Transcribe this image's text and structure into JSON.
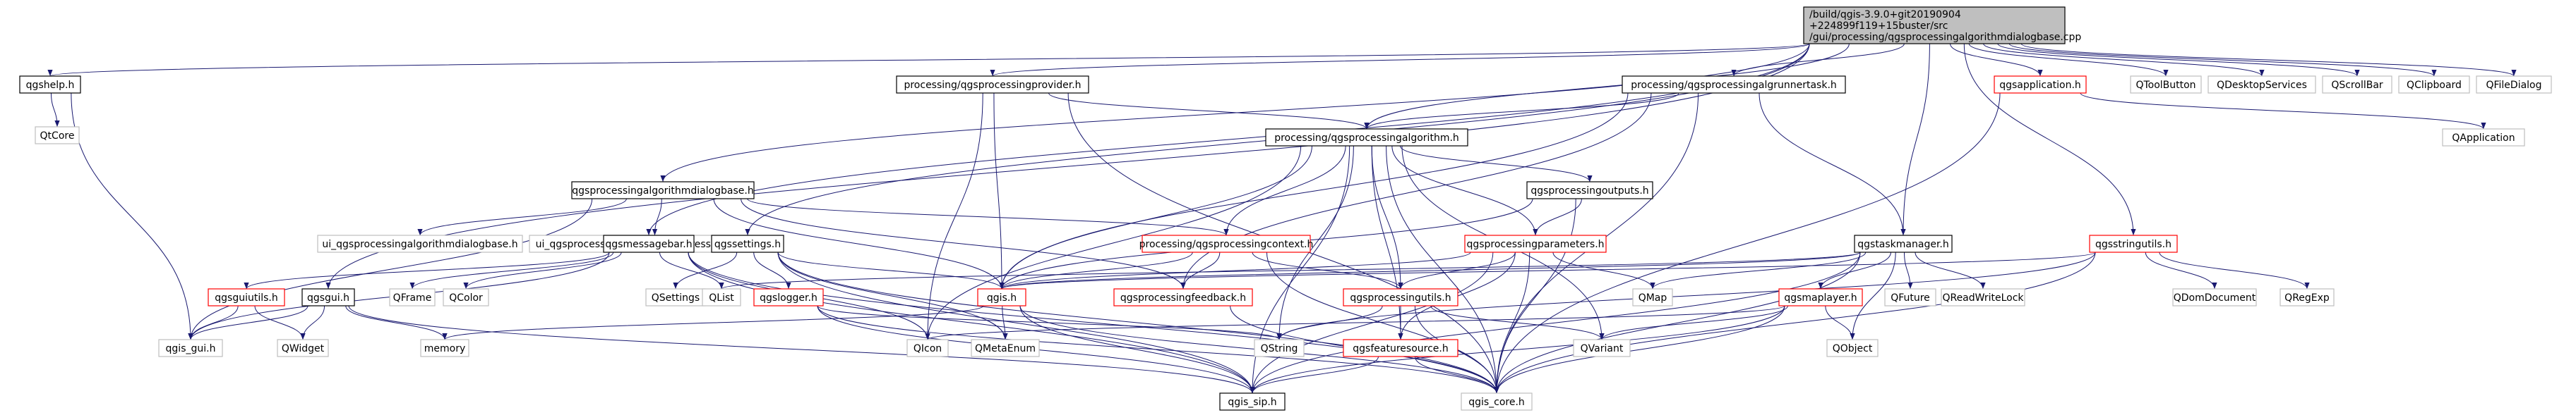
{
  "colors": {
    "background": "#ffffff",
    "node_border_default": "#bfbfbf",
    "node_border_main": "#000000",
    "node_border_red": "#ff0000",
    "root_fill": "#bfbfbf",
    "edge_color": "#191970",
    "text_color": "#000000"
  },
  "nodes": [
    {
      "id": "root",
      "label": "/build/qgis-3.9.0+git20190904\n+224899f119+15buster/src\n/gui/processing/qgsprocessingalgorithmdialogbase.cpp",
      "style": "root"
    },
    {
      "id": "qgshelp",
      "label": "qgshelp.h",
      "style": "main"
    },
    {
      "id": "qtcore",
      "label": "QtCore",
      "style": "default"
    },
    {
      "id": "provider",
      "label": "processing/qgsprocessingprovider.h",
      "style": "main"
    },
    {
      "id": "runnertask",
      "label": "processing/qgsprocessingalgrunnertask.h",
      "style": "main"
    },
    {
      "id": "qgsapplication",
      "label": "qgsapplication.h",
      "style": "red"
    },
    {
      "id": "qtoolbutton",
      "label": "QToolButton",
      "style": "default"
    },
    {
      "id": "qdesktopservices",
      "label": "QDesktopServices",
      "style": "default"
    },
    {
      "id": "qscrollbar",
      "label": "QScrollBar",
      "style": "default"
    },
    {
      "id": "qclipboard",
      "label": "QClipboard",
      "style": "default"
    },
    {
      "id": "qfiledialog",
      "label": "QFileDialog",
      "style": "default"
    },
    {
      "id": "algorithm",
      "label": "processing/qgsprocessingalgorithm.h",
      "style": "main"
    },
    {
      "id": "qapplication",
      "label": "QApplication",
      "style": "default"
    },
    {
      "id": "dialogbase_h",
      "label": "qgsprocessingalgorithmdialogbase.h",
      "style": "main"
    },
    {
      "id": "outputs",
      "label": "qgsprocessingoutputs.h",
      "style": "main"
    },
    {
      "id": "ui_dialogbase",
      "label": "ui_qgsprocessingalgorithmdialogbase.h",
      "style": "default"
    },
    {
      "id": "ui_progress",
      "label": "ui_qgsprocessingalgorithmprogressdialogbase.h",
      "style": "default"
    },
    {
      "id": "messagebar",
      "label": "qgsmessagebar.h",
      "style": "main"
    },
    {
      "id": "qgssettings",
      "label": "qgssettings.h",
      "style": "main"
    },
    {
      "id": "context",
      "label": "processing/qgsprocessingcontext.h",
      "style": "red"
    },
    {
      "id": "parameters",
      "label": "qgsprocessingparameters.h",
      "style": "red"
    },
    {
      "id": "taskmanager",
      "label": "qgstaskmanager.h",
      "style": "main"
    },
    {
      "id": "stringutils",
      "label": "qgsstringutils.h",
      "style": "red"
    },
    {
      "id": "guiutils",
      "label": "qgsguiutils.h",
      "style": "red"
    },
    {
      "id": "qgsgui",
      "label": "qgsgui.h",
      "style": "main"
    },
    {
      "id": "qframe",
      "label": "QFrame",
      "style": "default"
    },
    {
      "id": "qcolor",
      "label": "QColor",
      "style": "default"
    },
    {
      "id": "qsettings",
      "label": "QSettings",
      "style": "default"
    },
    {
      "id": "qlist",
      "label": "QList",
      "style": "default"
    },
    {
      "id": "qgslogger",
      "label": "qgslogger.h",
      "style": "red"
    },
    {
      "id": "qgis_h",
      "label": "qgis.h",
      "style": "red"
    },
    {
      "id": "feedback",
      "label": "qgsprocessingfeedback.h",
      "style": "red"
    },
    {
      "id": "procutils",
      "label": "qgsprocessingutils.h",
      "style": "red"
    },
    {
      "id": "qmap",
      "label": "QMap",
      "style": "default"
    },
    {
      "id": "maplayer",
      "label": "qgsmaplayer.h",
      "style": "red"
    },
    {
      "id": "qfuture",
      "label": "QFuture",
      "style": "default"
    },
    {
      "id": "qreadwritelock",
      "label": "QReadWriteLock",
      "style": "default"
    },
    {
      "id": "qdomdocument",
      "label": "QDomDocument",
      "style": "default"
    },
    {
      "id": "qregexp",
      "label": "QRegExp",
      "style": "default"
    },
    {
      "id": "qgis_gui",
      "label": "qgis_gui.h",
      "style": "default"
    },
    {
      "id": "qwidget",
      "label": "QWidget",
      "style": "default"
    },
    {
      "id": "memory",
      "label": "memory",
      "style": "default"
    },
    {
      "id": "qicon",
      "label": "QIcon",
      "style": "default"
    },
    {
      "id": "qmetaenum",
      "label": "QMetaEnum",
      "style": "default"
    },
    {
      "id": "qstring",
      "label": "QString",
      "style": "default"
    },
    {
      "id": "featuresource",
      "label": "qgsfeaturesource.h",
      "style": "red"
    },
    {
      "id": "qvariant",
      "label": "QVariant",
      "style": "default"
    },
    {
      "id": "qobject",
      "label": "QObject",
      "style": "default"
    },
    {
      "id": "qgis_sip",
      "label": "qgis_sip.h",
      "style": "main"
    },
    {
      "id": "qgis_core",
      "label": "qgis_core.h",
      "style": "default"
    }
  ],
  "edges": [
    [
      "root",
      "qgshelp"
    ],
    [
      "root",
      "provider"
    ],
    [
      "root",
      "runnertask"
    ],
    [
      "root",
      "qgsapplication"
    ],
    [
      "root",
      "qtoolbutton"
    ],
    [
      "root",
      "qdesktopservices"
    ],
    [
      "root",
      "qscrollbar"
    ],
    [
      "root",
      "qclipboard"
    ],
    [
      "root",
      "qfiledialog"
    ],
    [
      "root",
      "dialogbase_h"
    ],
    [
      "root",
      "messagebar"
    ],
    [
      "root",
      "qgssettings"
    ],
    [
      "root",
      "taskmanager"
    ],
    [
      "root",
      "stringutils"
    ],
    [
      "root",
      "algorithm"
    ],
    [
      "root",
      "qgsgui"
    ],
    [
      "qgshelp",
      "qtcore"
    ],
    [
      "qgshelp",
      "qgis_gui"
    ],
    [
      "provider",
      "algorithm"
    ],
    [
      "provider",
      "qgis_h"
    ],
    [
      "provider",
      "qicon"
    ],
    [
      "provider",
      "qgis_core"
    ],
    [
      "runnertask",
      "algorithm"
    ],
    [
      "runnertask",
      "taskmanager"
    ],
    [
      "runnertask",
      "feedback"
    ],
    [
      "runnertask",
      "qgis_core"
    ],
    [
      "runnertask",
      "qgis_h"
    ],
    [
      "qgsapplication",
      "qapplication"
    ],
    [
      "qgsapplication",
      "qgis_core"
    ],
    [
      "algorithm",
      "outputs"
    ],
    [
      "algorithm",
      "context"
    ],
    [
      "algorithm",
      "parameters"
    ],
    [
      "algorithm",
      "procutils"
    ],
    [
      "algorithm",
      "qgis_h"
    ],
    [
      "algorithm",
      "qicon"
    ],
    [
      "algorithm",
      "qstring"
    ],
    [
      "algorithm",
      "qvariant"
    ],
    [
      "algorithm",
      "featuresource"
    ],
    [
      "algorithm",
      "qgis_core"
    ],
    [
      "algorithm",
      "qgis_sip"
    ],
    [
      "dialogbase_h",
      "ui_dialogbase"
    ],
    [
      "dialogbase_h",
      "ui_progress"
    ],
    [
      "dialogbase_h",
      "context"
    ],
    [
      "dialogbase_h",
      "feedback"
    ],
    [
      "dialogbase_h",
      "qgis_h"
    ],
    [
      "dialogbase_h",
      "qgis_gui"
    ],
    [
      "outputs",
      "parameters"
    ],
    [
      "outputs",
      "qgis_h"
    ],
    [
      "outputs",
      "qgis_core"
    ],
    [
      "messagebar",
      "qgsguiutils_dummy"
    ],
    [
      "messagebar",
      "guiutils"
    ],
    [
      "messagebar",
      "qframe"
    ],
    [
      "messagebar",
      "qcolor"
    ],
    [
      "messagebar",
      "qlist"
    ],
    [
      "messagebar",
      "qicon"
    ],
    [
      "messagebar",
      "qgis_gui"
    ],
    [
      "messagebar",
      "qgis_core"
    ],
    [
      "messagebar",
      "qgis_sip"
    ],
    [
      "qgssettings",
      "qsettings"
    ],
    [
      "qgssettings",
      "qmetaenum"
    ],
    [
      "qgssettings",
      "qgslogger"
    ],
    [
      "qgssettings",
      "qgis_h"
    ],
    [
      "qgssettings",
      "qgis_core"
    ],
    [
      "qgssettings",
      "qgis_sip"
    ],
    [
      "context",
      "qgis_h"
    ],
    [
      "context",
      "feedback"
    ],
    [
      "context",
      "procutils"
    ],
    [
      "context",
      "qgis_core"
    ],
    [
      "parameters",
      "qgis_h"
    ],
    [
      "parameters",
      "procutils"
    ],
    [
      "parameters",
      "featuresource"
    ],
    [
      "parameters",
      "qmap"
    ],
    [
      "parameters",
      "qgis_core"
    ],
    [
      "parameters",
      "qgis_sip"
    ],
    [
      "taskmanager",
      "qmap"
    ],
    [
      "taskmanager",
      "qfuture"
    ],
    [
      "taskmanager",
      "qreadwritelock"
    ],
    [
      "taskmanager",
      "qobject"
    ],
    [
      "taskmanager",
      "qgis_core"
    ],
    [
      "taskmanager",
      "qgis_sip"
    ],
    [
      "taskmanager",
      "qgis_h"
    ],
    [
      "taskmanager",
      "qlist"
    ],
    [
      "stringutils",
      "qgis_h"
    ],
    [
      "stringutils",
      "qstring"
    ],
    [
      "stringutils",
      "qdomdocument"
    ],
    [
      "stringutils",
      "qregexp"
    ],
    [
      "stringutils",
      "qgis_core"
    ],
    [
      "guiutils",
      "qgis_gui"
    ],
    [
      "guiutils",
      "qwidget"
    ],
    [
      "qgsgui",
      "qwidget"
    ],
    [
      "qgsgui",
      "memory"
    ],
    [
      "qgsgui",
      "qgis_gui"
    ],
    [
      "qgsgui",
      "qgis_sip"
    ],
    [
      "qgslogger",
      "qstring"
    ],
    [
      "qgslogger",
      "qgis_core"
    ],
    [
      "qgslogger",
      "qgis_sip"
    ],
    [
      "qgis_h",
      "memory"
    ],
    [
      "qgis_h",
      "qmetaenum"
    ],
    [
      "qgis_h",
      "qgis_core"
    ],
    [
      "qgis_h",
      "qgis_sip"
    ],
    [
      "feedback",
      "qgis_core"
    ],
    [
      "procutils",
      "qstring"
    ],
    [
      "procutils",
      "featuresource"
    ],
    [
      "procutils",
      "qvariant"
    ],
    [
      "procutils",
      "qgis_core"
    ],
    [
      "maplayer",
      "qicon"
    ],
    [
      "maplayer",
      "qvariant"
    ],
    [
      "maplayer",
      "qobject"
    ],
    [
      "maplayer",
      "qgis_core"
    ],
    [
      "maplayer",
      "qgis_sip"
    ],
    [
      "taskmanager",
      "maplayer"
    ],
    [
      "featuresource",
      "qgis_core"
    ],
    [
      "featuresource",
      "qgis_sip"
    ]
  ]
}
